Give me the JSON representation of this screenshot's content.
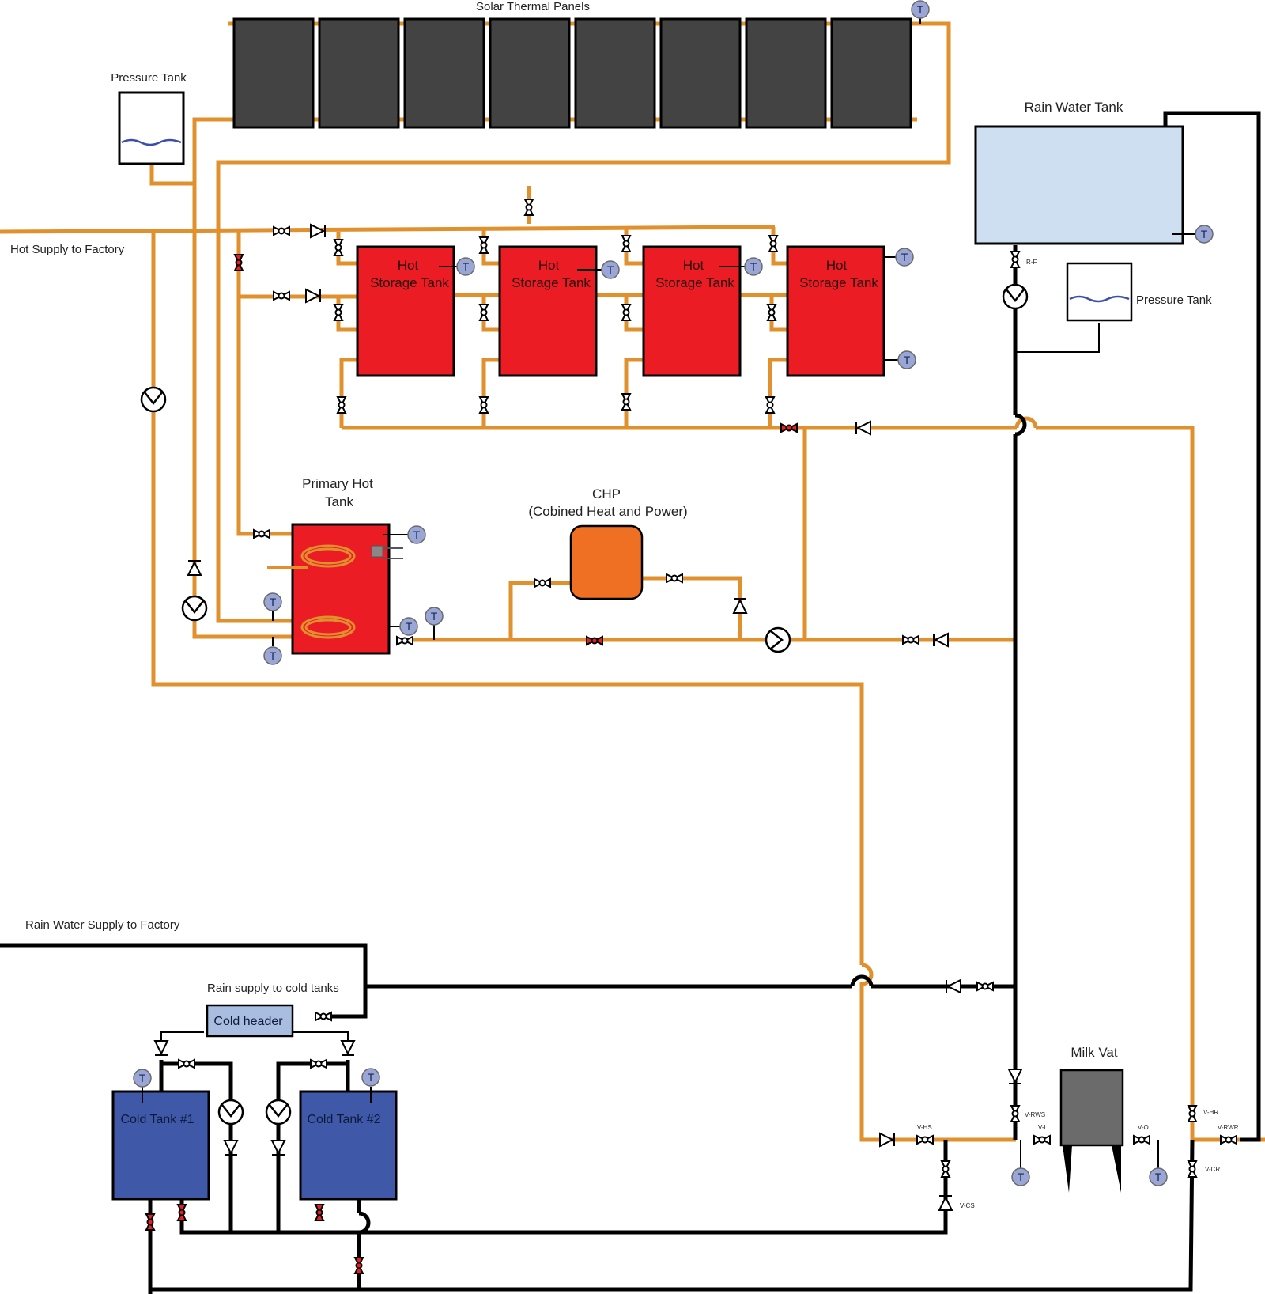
{
  "colors": {
    "hot_pipe": "#e0902c",
    "cold_pipe": "#000000",
    "solar_panel": "#434343",
    "hot_tank": "#ec1c24",
    "chp": "#f07023",
    "rain_tank": "#cddff0",
    "cold_tank": "#3f59a8",
    "cold_header": "#a9bde0",
    "milk_vat": "#6b6b6b",
    "sensor": "#9aa6d6",
    "valve_red": "#ec1c24"
  },
  "labels": {
    "solar_panels": "Solar Thermal Panels",
    "pressure_tank_left": "Pressure Tank",
    "pressure_tank_right": "Pressure Tank",
    "hot_supply": "Hot Supply to Factory",
    "rain_water_tank": "Rain Water Tank",
    "primary_hot_tank_line1": "Primary Hot",
    "primary_hot_tank_line2": "Tank",
    "chp_line1": "CHP",
    "chp_line2": "(Cobined Heat and Power)",
    "rain_supply_factory": "Rain Water Supply to Factory",
    "rain_supply_cold": "Rain supply to cold tanks",
    "cold_header": "Cold header",
    "milk_vat": "Milk Vat"
  },
  "storage_tanks": [
    {
      "line1": "Hot",
      "line2": "Storage Tank"
    },
    {
      "line1": "Hot",
      "line2": "Storage Tank"
    },
    {
      "line1": "Hot",
      "line2": "Storage Tank"
    },
    {
      "line1": "Hot",
      "line2": "Storage Tank"
    }
  ],
  "cold_tanks": [
    "Cold Tank #1",
    "Cold Tank #2"
  ],
  "sensor_letter": "T",
  "valve_tags": {
    "rf": "R-F",
    "v_hs": "V-HS",
    "v_rws": "V-RWS",
    "v_i": "V-I",
    "v_o": "V-O",
    "v_hr": "V-HR",
    "v_rwr": "V-RWR",
    "v_cr": "V-CR",
    "v_cs": "V-CS"
  }
}
